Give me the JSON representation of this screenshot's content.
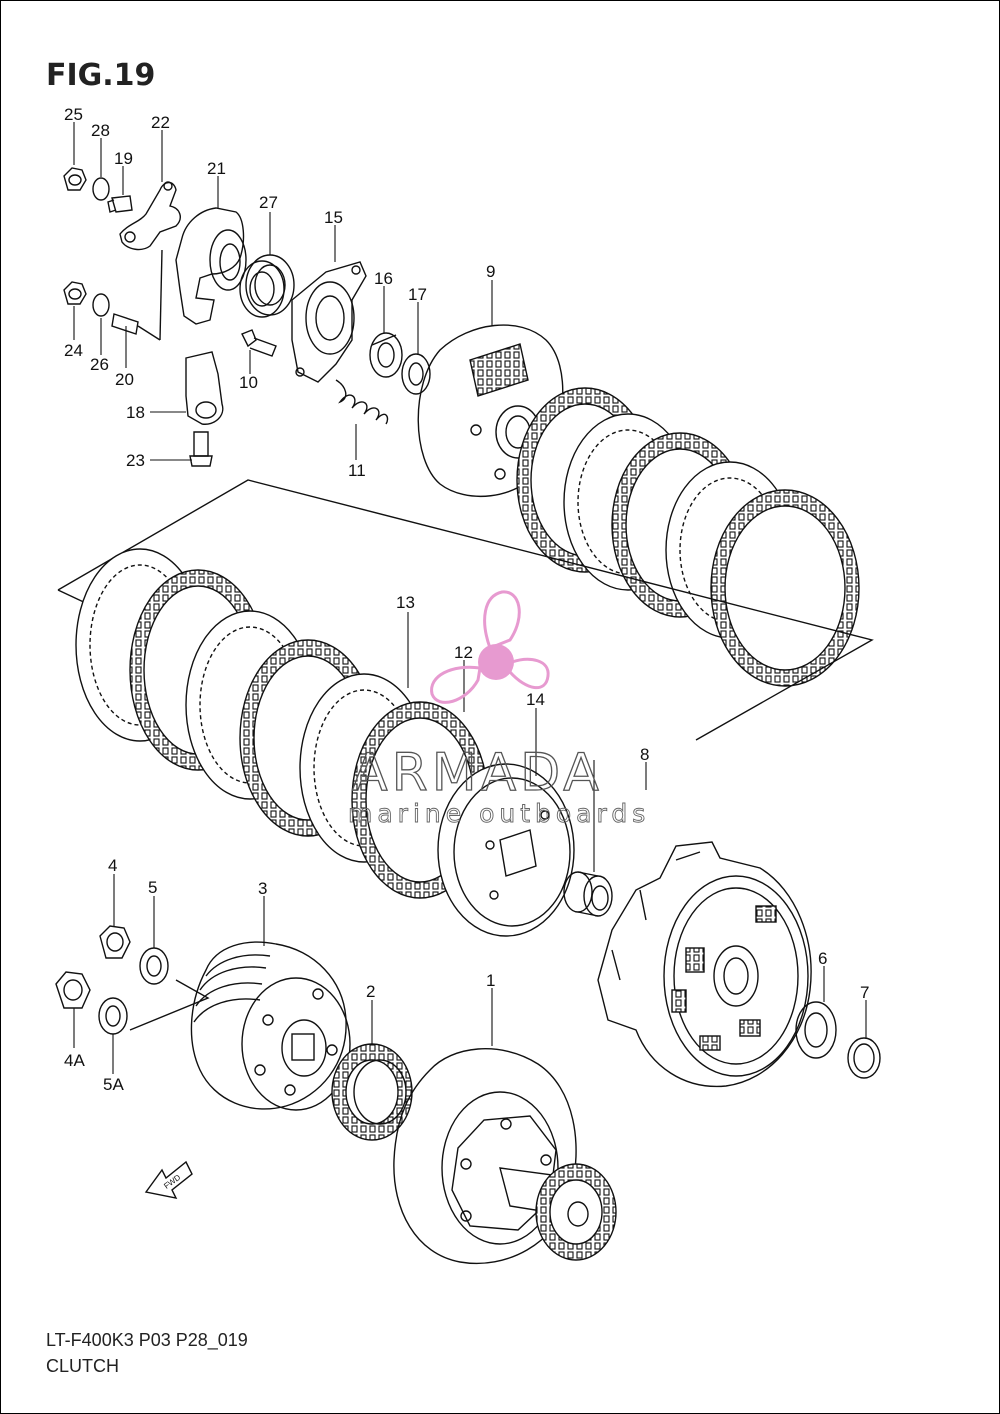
{
  "figure": {
    "title": "FIG.19"
  },
  "footer": {
    "model_code": "LT-F400K3 P03 P28_019",
    "caption": "CLUTCH"
  },
  "watermark": {
    "brand": "ARMADA",
    "tagline": "marine outboards",
    "color": "#e79ad0"
  },
  "direction_arrow": {
    "label": "FWD"
  },
  "callouts": {
    "c25": "25",
    "c28": "28",
    "c19": "19",
    "c22": "22",
    "c21": "21",
    "c27": "27",
    "c15": "15",
    "c16": "16",
    "c17": "17",
    "c9": "9",
    "c24": "24",
    "c26": "26",
    "c20": "20",
    "c10": "10",
    "c18": "18",
    "c23": "23",
    "c11": "11",
    "c13": "13",
    "c12": "12",
    "c14": "14",
    "c8": "8",
    "c4": "4",
    "c5": "5",
    "c3": "3",
    "c4a": "4A",
    "c5a": "5A",
    "c2": "2",
    "c1": "1",
    "c6": "6",
    "c7": "7"
  }
}
